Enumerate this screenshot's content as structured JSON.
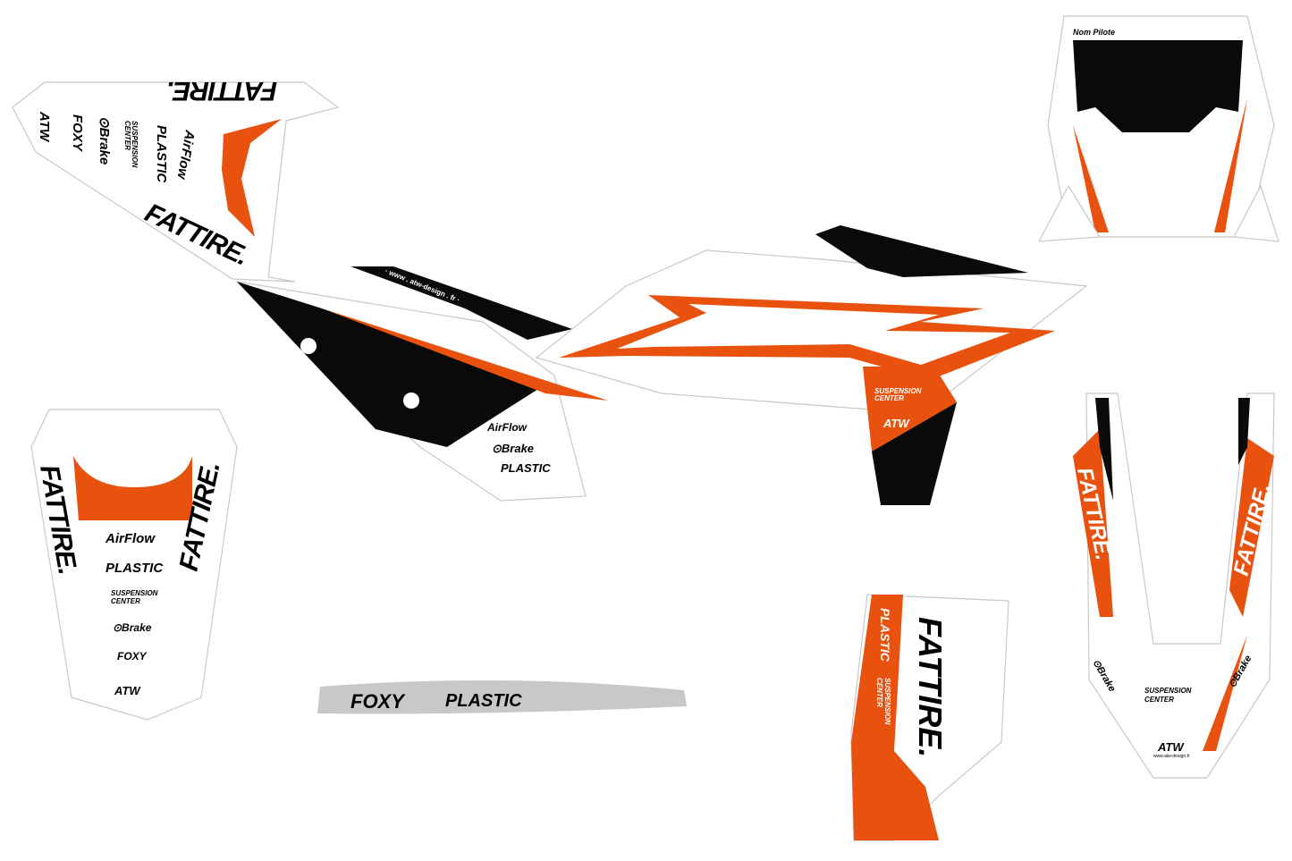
{
  "brands": {
    "fattire": "FATTIRE.",
    "atw": "ATW",
    "foxy": "FOXY",
    "brake": "⊙Brake",
    "suspension": "SUSPENSION",
    "center": "CENTER",
    "plastic": "PLASTIC",
    "airflow": "AirFlow",
    "website": "·  www . atw-design . fr  ·",
    "atw_url": "www.atw-design.fr"
  },
  "number_plate": {
    "rider_name": "Nom Pilote"
  },
  "colors": {
    "accent": "#e8520e",
    "black": "#0a0a0a",
    "outline": "#c8c8c8",
    "seat": "#c8c8c8"
  }
}
